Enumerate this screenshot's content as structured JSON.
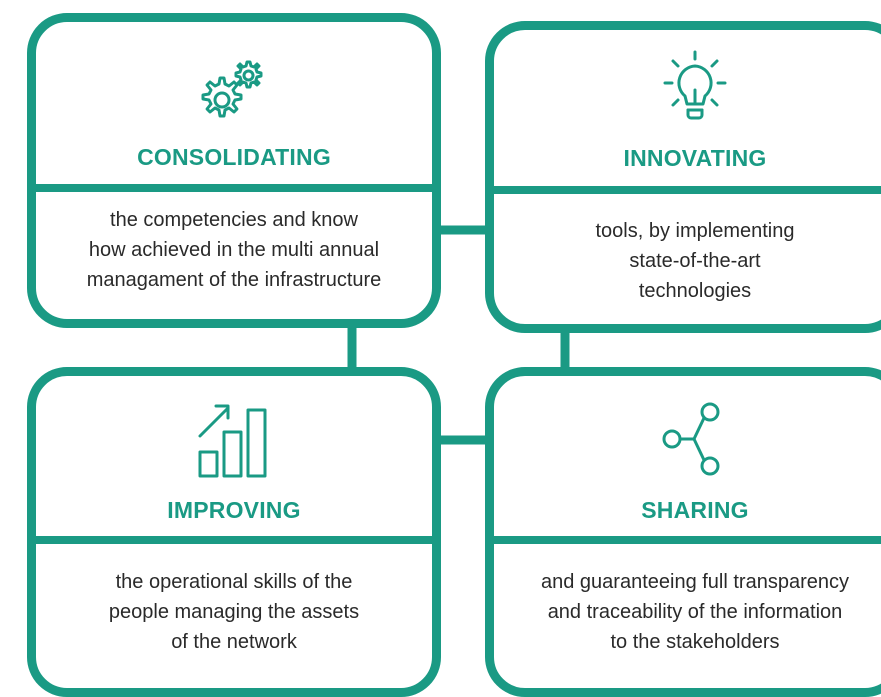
{
  "colors": {
    "accent": "#1a9a84",
    "text": "#2a2a2a",
    "background": "#ffffff"
  },
  "cards": [
    {
      "icon": "gears-icon",
      "title": "CONSOLIDATING",
      "description": "the competencies and know\nhow achieved in the multi annual\nmanagament of the infrastructure"
    },
    {
      "icon": "lightbulb-icon",
      "title": "INNOVATING",
      "description": "tools, by implementing\nstate-of-the-art\ntechnologies"
    },
    {
      "icon": "growth-chart-icon",
      "title": "IMPROVING",
      "description": "the operational skills of the\npeople managing the assets\nof the network"
    },
    {
      "icon": "share-icon",
      "title": "SHARING",
      "description": "and guaranteeing full transparency\nand traceability of the information\nto the stakeholders"
    }
  ]
}
